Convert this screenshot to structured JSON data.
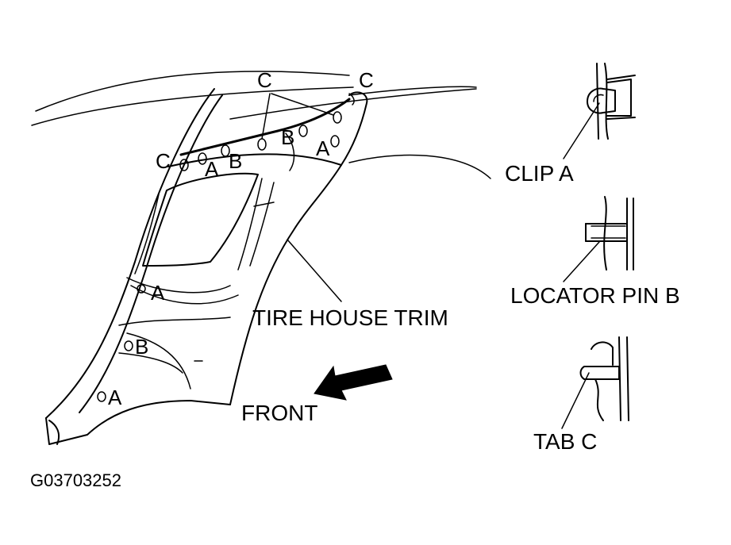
{
  "callouts": {
    "clip_a": "CLIP A",
    "locator_pin_b": "LOCATOR PIN B",
    "tab_c": "TAB  C",
    "tire_house_trim": "TIRE HOUSE TRIM",
    "front": "FRONT"
  },
  "point_labels": {
    "a": "A",
    "b": "B",
    "c": "C"
  },
  "figure_code": "G03703252"
}
